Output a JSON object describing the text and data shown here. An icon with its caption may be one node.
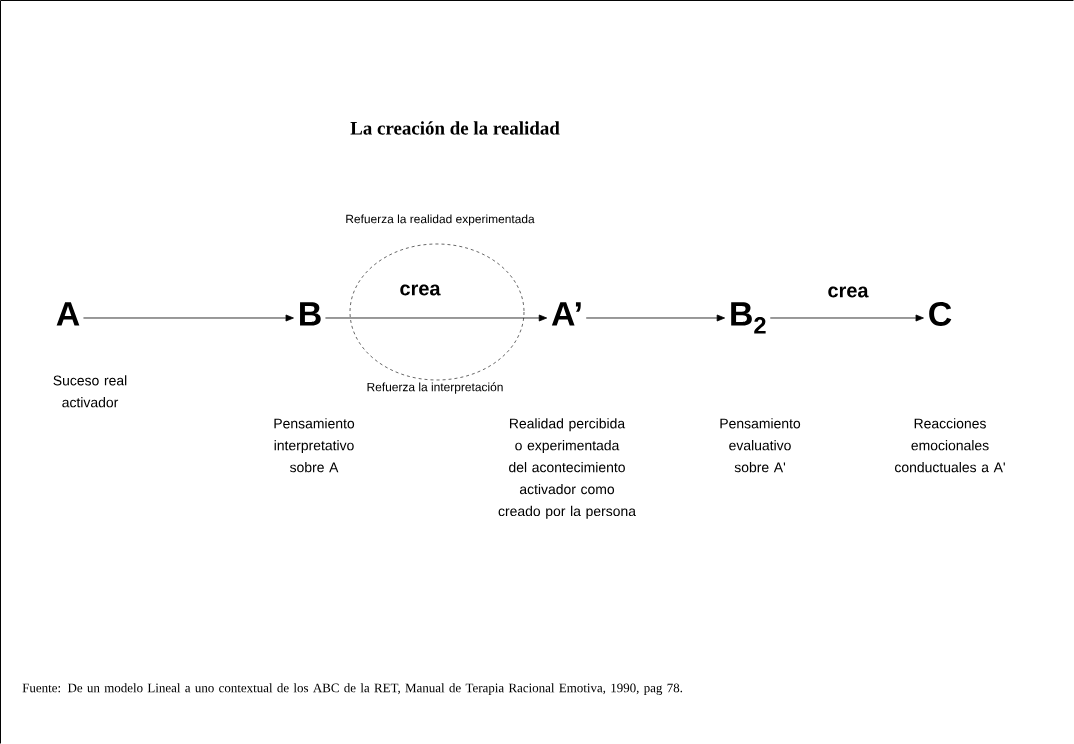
{
  "diagram": {
    "title": "La creación de la realidad",
    "caption": "Fuente: De un modelo Lineal a uno contextual de los ABC de la RET, Manual de Terapia Racional Emotiva, 1990, pag 78.",
    "nodes": [
      {
        "text": [
          "A"
        ]
      },
      {
        "text": [
          "B"
        ]
      },
      {
        "text": [
          "A’"
        ]
      },
      {
        "text": [
          "B$_{2}$"
        ]
      },
      {
        "text": [
          "C"
        ]
      }
    ],
    "edges": [
      {
        "from": 0,
        "to": 1,
        "arrow": "to"
      },
      {
        "from": 1,
        "to": 2,
        "arrow": "to",
        "label": "crea"
      },
      {
        "from": 2,
        "to": 3,
        "arrow": "to"
      },
      {
        "from": 3,
        "to": 4,
        "arrow": "to",
        "label": "crea"
      }
    ],
    "labels": [
      "Refuerza la realidad experimentada",
      "Refuerza la interpretación",
      "Suceso real activador",
      "Pensamiento interpretativo sobre A",
      "Realidad percibida o experimentada del acontecimiento activador como creado por la persona",
      "Pensamiento evaluativo sobre A'",
      "Reacciones emocionales conductuales a A'"
    ]
  }
}
